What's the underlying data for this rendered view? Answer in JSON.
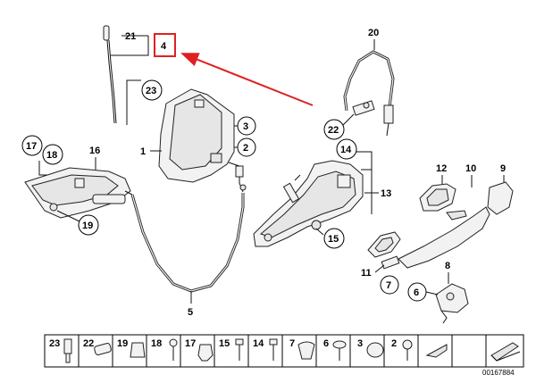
{
  "callouts": {
    "c1": "1",
    "c2": "2",
    "c3": "3",
    "c4": "4",
    "c5": "5",
    "c6": "6",
    "c7": "7",
    "c8": "8",
    "c9": "9",
    "c10": "10",
    "c11": "11",
    "c12": "12",
    "c13": "13",
    "c14": "14",
    "c15": "15",
    "c16": "16",
    "c17": "17",
    "c18": "18",
    "c19": "19",
    "c20": "20",
    "c21": "21",
    "c22": "22",
    "c23": "23"
  },
  "legend": [
    "23",
    "22",
    "19",
    "18",
    "17",
    "15",
    "14",
    "7",
    "6",
    "3",
    "2"
  ],
  "diagram_code": "00167884",
  "highlight_color": "#e02020"
}
